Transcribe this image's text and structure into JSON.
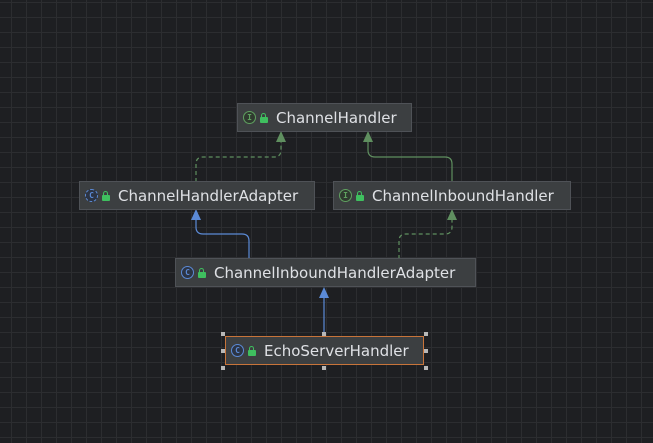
{
  "diagram": {
    "nodes": [
      {
        "id": "channel-handler",
        "label": "ChannelHandler",
        "kind": "interface",
        "kind_glyph": "I",
        "visibility_icon": "unlocked-icon"
      },
      {
        "id": "channel-handler-adapter",
        "label": "ChannelHandlerAdapter",
        "kind": "abstract-class",
        "kind_glyph": "C",
        "visibility_icon": "unlocked-icon"
      },
      {
        "id": "channel-inbound-handler",
        "label": "ChannelInboundHandler",
        "kind": "interface",
        "kind_glyph": "I",
        "visibility_icon": "unlocked-icon"
      },
      {
        "id": "channel-inbound-handler-adapter",
        "label": "ChannelInboundHandlerAdapter",
        "kind": "class",
        "kind_glyph": "C",
        "visibility_icon": "unlocked-icon"
      },
      {
        "id": "echo-server-handler",
        "label": "EchoServerHandler",
        "kind": "class",
        "kind_glyph": "C",
        "visibility_icon": "unlocked-icon",
        "selected": true
      }
    ],
    "edges": [
      {
        "from": "channel-handler-adapter",
        "to": "channel-handler",
        "type": "implements"
      },
      {
        "from": "channel-inbound-handler",
        "to": "channel-handler",
        "type": "extends-interface"
      },
      {
        "from": "channel-inbound-handler-adapter",
        "to": "channel-handler-adapter",
        "type": "extends"
      },
      {
        "from": "channel-inbound-handler-adapter",
        "to": "channel-inbound-handler",
        "type": "implements"
      },
      {
        "from": "echo-server-handler",
        "to": "channel-inbound-handler-adapter",
        "type": "extends"
      }
    ],
    "colors": {
      "background": "#1e1f22",
      "grid": "#2c2d30",
      "node_fill": "#3c3f41",
      "node_text": "#dfe1e5",
      "interface_edge": "#5f8f5f",
      "class_edge": "#5b8ad6",
      "selection_border": "#c8743a",
      "unlocked_icon": "#3fbf5f"
    }
  }
}
